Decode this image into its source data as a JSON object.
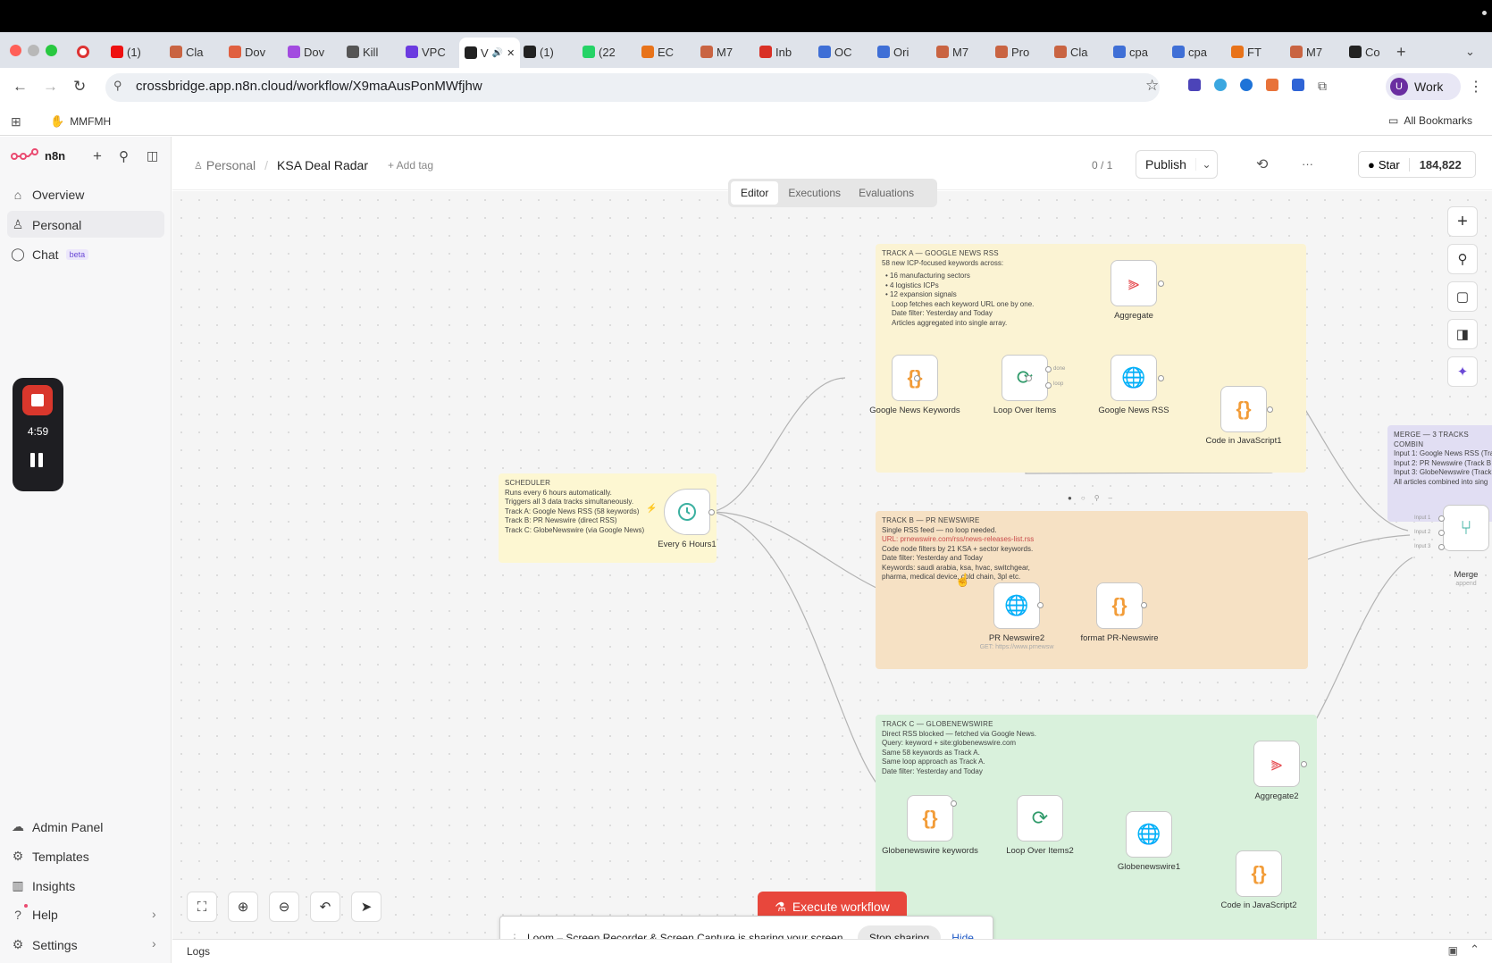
{
  "browser": {
    "tabs": [
      "(1)",
      "Cla",
      "Dov",
      "Dov",
      "Kill",
      "VPC",
      "V",
      "(1)",
      "(22",
      "EC",
      "M7",
      "Inb",
      "OC",
      "Ori",
      "M7",
      "Pro",
      "Cla",
      "cpa",
      "cpa",
      "FT",
      "M7",
      "Co"
    ],
    "url": "crossbridge.app.n8n.cloud/workflow/X9maAusPonMWfjhw",
    "bookmark": "MMFMH",
    "all_bookmarks": "All Bookmarks",
    "profile": "Work",
    "profile_initial": "U"
  },
  "recorder": {
    "time": "4:59"
  },
  "sidebar": {
    "brand": "n8n",
    "items": [
      "Overview",
      "Personal",
      "Chat"
    ],
    "chat_badge": "beta",
    "bottom": [
      "Admin Panel",
      "Templates",
      "Insights",
      "Help",
      "Settings"
    ]
  },
  "header": {
    "breadcrumb_root": "Personal",
    "workflow_name": "KSA Deal Radar",
    "add_tag": "+ Add tag",
    "version": "0 / 1",
    "publish": "Publish",
    "more": "···",
    "star": "Star",
    "star_count": "184,822",
    "tabs": [
      "Editor",
      "Executions",
      "Evaluations"
    ]
  },
  "notes": {
    "scheduler": {
      "title": "SCHEDULER",
      "lines": [
        "Runs every 6 hours automatically.",
        "Triggers all 3 data tracks simultaneously.",
        "Track A: Google News RSS (58 keywords)",
        "Track B: PR Newswire (direct RSS)",
        "Track C: GlobeNewswire (via Google News)"
      ]
    },
    "track_a": {
      "title": "TRACK A — GOOGLE NEWS RSS",
      "lines": [
        "58 new ICP-focused keywords across:"
      ],
      "bullets": [
        "16 manufacturing sectors",
        "4 logistics ICPs",
        "12 expansion signals"
      ],
      "sub": [
        "Loop fetches each keyword URL one by one.",
        "Date filter: Yesterday and Today",
        "Articles aggregated into single array."
      ]
    },
    "track_b": {
      "title": "TRACK B — PR NEWSWIRE",
      "lines": [
        "Single RSS feed — no loop needed.",
        "URL: prnewswire.com/rss/news-releases-list.rss",
        "Code node filters by 21 KSA + sector keywords.",
        "Date filter: Yesterday and Today",
        "Keywords: saudi arabia, ksa, hvac, switchgear,",
        "pharma, medical device, cold chain, 3pl etc."
      ]
    },
    "track_c": {
      "title": "TRACK C — GLOBENEWSWIRE",
      "lines": [
        "Direct RSS blocked — fetched via Google News.",
        "Query: keyword + site:globenewswire.com",
        "Same 58 keywords as Track A.",
        "Same loop approach as Track A.",
        "Date filter: Yesterday and Today"
      ]
    },
    "merge": {
      "title": "MERGE — 3 TRACKS COMBIN",
      "lines": [
        "Input 1: Google News RSS (Tra",
        "Input 2: PR Newswire (Track B",
        "Input 3: GlobeNewswire (Track",
        "All articles combined into sing"
      ]
    }
  },
  "nodes": {
    "every6": "Every 6 Hours1",
    "gn_keywords": "Google News Keywords",
    "loop1": "Loop Over Items",
    "aggregate": "Aggregate",
    "gn_rss": "Google News RSS",
    "code1": "Code in JavaScript1",
    "prn": "PR Newswire2",
    "prn_sub": "GET: https://www.prnewsw",
    "format_prn": "format PR-Newswire",
    "gw_keywords": "Globenewswire keywords",
    "loop2": "Loop Over Items2",
    "aggregate2": "Aggregate2",
    "gw1": "Globenewswire1",
    "code2": "Code in JavaScript2",
    "merge": "Merge",
    "merge_sub": "append",
    "port_done": "done",
    "port_loop": "loop",
    "merge_in": [
      "Input 1",
      "Input 2",
      "Input 3"
    ]
  },
  "actions": {
    "execute": "Execute workflow"
  },
  "loom": {
    "text": "Loom – Screen Recorder & Screen Capture is sharing your screen.",
    "stop": "Stop sharing",
    "hide": "Hide"
  },
  "logs": "Logs",
  "colors": {
    "accent": "#ea4b71",
    "execute": "#e8473c",
    "track_a": "#fbf3d3",
    "track_b": "#f6e1c4",
    "track_c": "#d9f1dc",
    "merge": "#e1def3",
    "scheduler": "#fdf7d2"
  }
}
